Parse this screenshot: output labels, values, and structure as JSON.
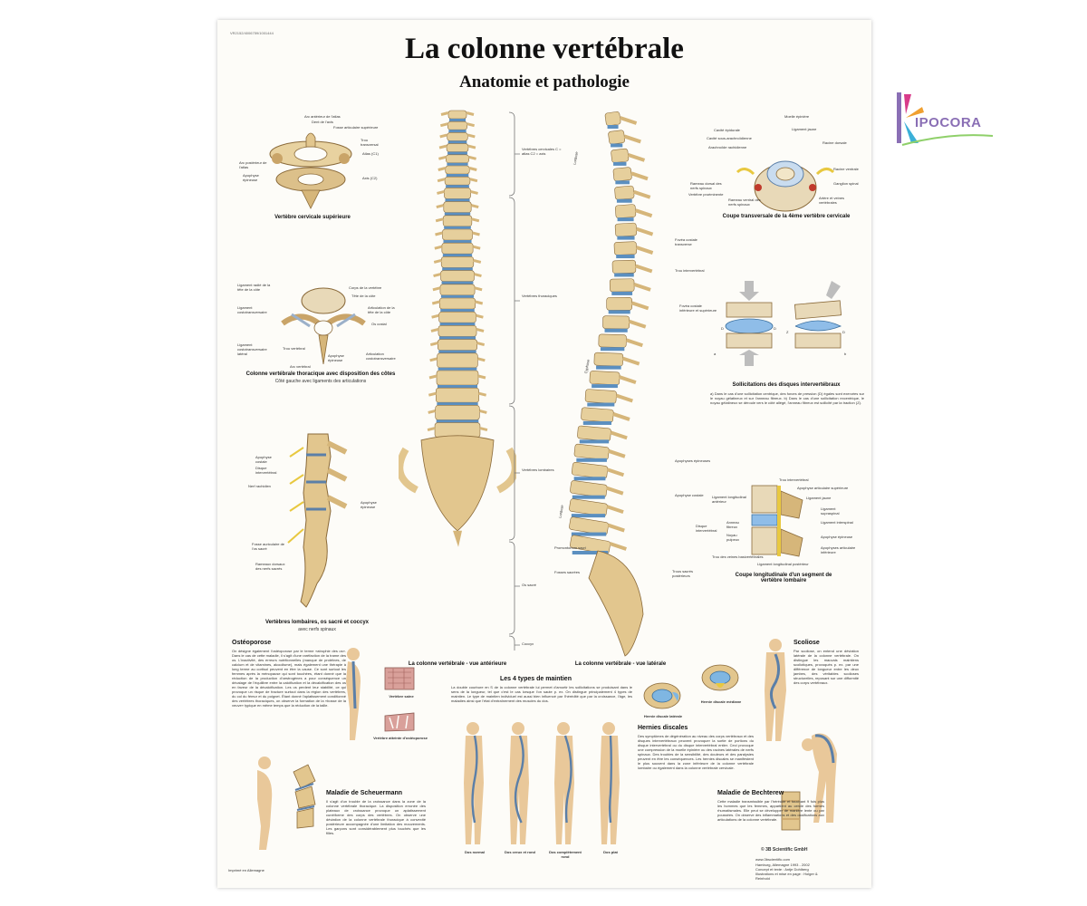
{
  "poster": {
    "code": "VR2152/4006759/1001444",
    "title": "La colonne vertébrale",
    "subtitle": "Anatomie et pathologie",
    "logo_text": "IPOCORA",
    "anterior": {
      "caption": "La colonne vertébrale - vue antérieure",
      "labels": [
        "Vertèbres cervicales C = atlas C2 = axis",
        "Vertèbres thoraciques",
        "Vertèbres lombaires",
        "Os sacré",
        "Coccyx"
      ]
    },
    "lateral": {
      "caption": "La colonne vertébrale - vue latérale",
      "labels": [
        "Vertèbre proéminente",
        "Fovéa costale transverse",
        "Trou intervertébral",
        "Fovéa costale inférieure et supérieure",
        "Apophyses épineuses",
        "Apophyse costale",
        "Promontorium sacri",
        "Fosses sacrées",
        "Trous sacrés postérieurs"
      ],
      "curves": [
        "Lordose",
        "Cyphose",
        "Lordose"
      ]
    },
    "cervical": {
      "caption": "Vertèbre cervicale supérieure",
      "labels": [
        "Arc antérieur de l'atlas",
        "Dent de l'axis",
        "Fosse articulaire supérieure",
        "Trou transversal",
        "Atlas (C1)",
        "Arc postérieur de l'atlas",
        "Apophyse épineuse",
        "Axis (C2)"
      ]
    },
    "thoracic": {
      "caption": "Colonne vertébrale thoracique avec disposition des côtes",
      "sub": "Côté gauche avec ligaments des articulations",
      "labels": [
        "Ligament radié de la tête de la côte",
        "Ligament costotransversaire",
        "Ligament costotransversaire latéral",
        "Corps de la vertèbre",
        "Tête de la côte",
        "Articulation de la tête de la côte",
        "Os costal",
        "Trou vertébral",
        "Apophyse épineuse",
        "Articulation costotransversaire",
        "Arc vertébral"
      ]
    },
    "lumbar": {
      "caption": "Vertèbres lombaires, os sacré et coccyx",
      "sub": "avec nerfs spinaux",
      "labels": [
        "Apophyse costale",
        "Disque intervertébral",
        "Nerf rachidien",
        "Apophyse épineuse",
        "Fosse auriculaire de l'os sacré",
        "Rameaux dorsaux des nerfs sacrés"
      ]
    },
    "transverse": {
      "caption": "Coupe transversale de la 4ème vertèbre cervicale",
      "labels": [
        "Moelle épinière",
        "Cavité épidurale",
        "Cavité sous-arachnoïdienne",
        "Arachnoïde rachidienne",
        "Ligament jaune",
        "Racine dorsale",
        "Racine ventrale",
        "Ganglion spinal",
        "Rameau dorsal des nerfs spinaux",
        "Rameau ventral des nerfs spinaux",
        "Artère et veines vertébrales"
      ]
    },
    "discs": {
      "caption": "Sollicitations des disques intervertébraux",
      "text": "a) Dans le cas d'une sollicitation centrique, des forces de pression (D) égales sont exercées sur le noyau gélatineux et sur l'anneau fibreux. b) Dans le cas d'une sollicitation excentrique, le noyau gélatineux se déroule vers le côté allégé, l'anneau fibreux est sollicité par la traction (Z).",
      "letters": [
        "a",
        "b",
        "D",
        "D",
        "Z",
        "D"
      ]
    },
    "longitudinal": {
      "caption": "Coupe longitudinale d'un segment de vertèbre lombaire",
      "labels": [
        "Trou intervertébral",
        "Apophyse articulaire supérieure",
        "Ligament jaune",
        "Ligament supraspinal",
        "Ligament interspinal",
        "Apophyse épineuse",
        "Apophyses articulaire inférieure",
        "Ligament longitudinal antérieur",
        "Anneau fibreux",
        "Noyau pulpeux",
        "Disque intervertébral",
        "Trou des veines basivertébrales",
        "Ligament longitudinal postérieur"
      ]
    },
    "osteoporose": {
      "heading": "Ostéoporose",
      "text": "On désigne également l'ostéoporose par le terme «atrophie des os». Dans le cas de cette maladie, il s'agit d'une raréfaction de la trame des os. L'inactivité, des erreurs nutritionnelles (manque de protéines, de calcium et de vitamines, alcoolisme), mais également une thérapie à long terme au cortisol peuvent en être la cause. Ce sont surtout les femmes après la ménopause qui sont touchées, étant donné que la réduction de la production d'oestrogènes a pour conséquence un décalage de l'équilibre entre la calcification et la décalcification des os en faveur de la décalcification. Les os perdent leur stabilité, ce qui provoque un risque de fracture surtout dans la région des vertèbres, du col du fémur et du poignet. Étant donné l'aplatissement conditionné des vertèbres thoraciques, on observe la formation de la «bosse de la veuve» typique en même temps que la réduction de la taille.",
      "healthy": "Vertèbre saine",
      "affected": "Vertèbre atteinte d'ostéoporose"
    },
    "scheuermann": {
      "heading": "Maladie de Scheuermann",
      "text": "Il s'agit d'un trouble de la croissance dans la zone de la colonne vertébrale thoracique. La disposition erronée des plateaux de croissance provoque un aplatissement cunéiforme des corps des vertèbres. On observe une déviation de la colonne vertébrale thoracique à convexité postérieure accompagnée d'une limitation des mouvements. Les garçons sont considérablement plus touchés que les filles."
    },
    "maintien": {
      "heading": "Les 4 types de maintien",
      "text": "La double courbure en S de la colonne vertébrale lui permet d'amortir les sollicitations se produisant dans le sens de la longueur, tel que c'est le cas lorsque l'on saute p. ex. On distingue principalement 4 types de maintien. Le type de maintien individuel est aussi bien influencé par l'hérédité que par la croissance, l'âge, les maladies ainsi que l'état d'entraînement des muscles du dos.",
      "types": [
        "Dos normal",
        "Dos creux et rond",
        "Dos complètement rond",
        "Dos plat"
      ]
    },
    "hernias": {
      "lateral": "Hernie discale latérale",
      "median": "Hernie discale médiane",
      "heading": "Hernies discales",
      "text": "Des symptômes de dégénération au niveau des corps vertébraux et des disques intervertébraux peuvent provoquer la sortie de portions du disque intervertébral ou du disque intervertébral entier. Ceci provoque une compression de la moelle épinière ou des racines latérales de nerfs spinaux. Des troubles de la sensibilité, des douleurs et des paralysies peuvent en être les conséquences. Les hernies discales se manifestent le plus souvent dans la zone inférieure de la colonne vertébrale lombaire ou également dans la colonne vertébrale cervicale."
    },
    "scoliose": {
      "heading": "Scoliose",
      "text": "Par scoliose, on entend une déviation latérale de la colonne vertébrale. On distingue les mauvais maintiens scoliotiques, provoqués p. ex. par une différence de longueur entre les deux jambes, des véritables scolioses structurelles, reposant sur une difformité des corps vertébraux."
    },
    "bechterew": {
      "heading": "Maladie de Bechterew",
      "text": "Cette maladie transmissible par l'hérédité et touchant 9 fois plus les hommes que les femmes, appartient au cercle des formes rhumatismales. Elle peut se développer de manière lente ou par poussées. On observe des inflammations et des ossifications aux articulations de la colonne vertébrale."
    },
    "footer": {
      "publisher": "© 3B Scientific GmbH",
      "url": "www.3bscientific.com",
      "printed": "Imprimé en Allemagne",
      "credits": "Hamburg, Allemagne 1993 - 2002 Concept et texte : Antje Dohlberg Illustrations et mise en page : Holger & Reinhold"
    }
  }
}
